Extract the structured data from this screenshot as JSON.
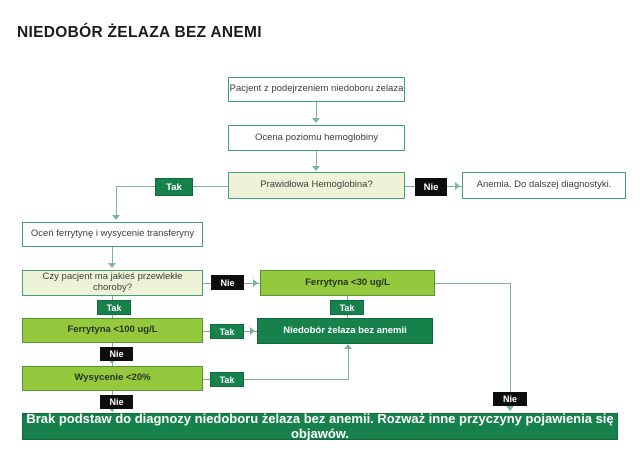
{
  "title": "NIEDOBÓR ŻELAZA BEZ ANEMI",
  "labels": {
    "yes": "Tak",
    "no": "Nie"
  },
  "nodes": {
    "patient": "Pacjent z podejrzeniem niedoboru żelaza",
    "hemoglobin_assessment": "Ocena poziomu hemoglobiny",
    "normal_hemoglobin": "Prawidłowa Hemoglobina?",
    "anemia": "Anemia. Do dalszej diagnostyki.",
    "assess_ferritin": "Oceń ferrytynę i wysycenie transferyny",
    "chronic_disease": "Czy pacjent ma jakieś przewlekłe choroby?",
    "ferritin_below_30": "Ferrytyna <30 ug/L",
    "ferritin_below_100": "Ferrytyna <100 ug/L",
    "iron_deficiency_no_anemia": "Niedobór żelaza bez anemii",
    "saturation_below_20": "Wysycenie <20%",
    "no_basis": "Brak podstaw do diagnozy niedoboru żelaza bez anemii. Rozważ inne przyczyny pojawienia się objawów."
  },
  "colors": {
    "accent_teal": "#43a07b",
    "line": "#7fb39e",
    "pale": "#eef3d8",
    "green": "#94c83d",
    "green_border": "#55933a",
    "dark_green": "#17814b",
    "black": "#0d0d0d"
  }
}
